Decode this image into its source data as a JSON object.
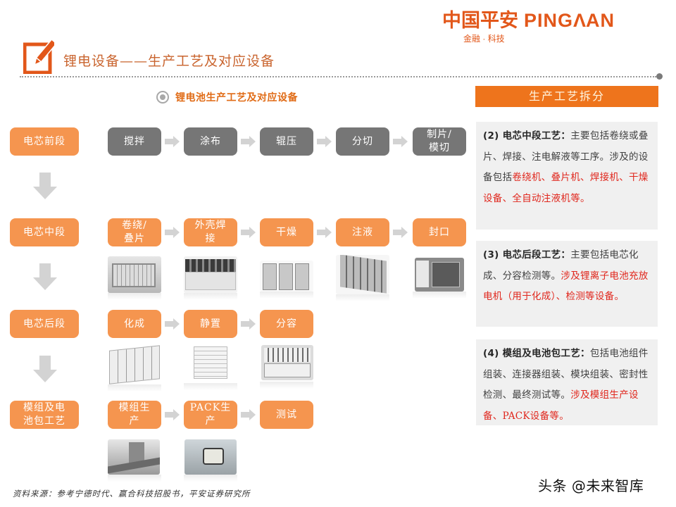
{
  "header": {
    "logo_cn": "中国平安",
    "logo_en_pre": "PING",
    "logo_en_dot": ".",
    "logo_en_post": "AN",
    "logo_sub": "金融 · 科技",
    "title": "锂电设备——生产工艺及对应设备",
    "brand_color": "#e2571a"
  },
  "section": {
    "title": "锂电池生产工艺及对应设备"
  },
  "stages": [
    {
      "label": "电芯前段"
    },
    {
      "label": "电芯中段"
    },
    {
      "label": "电芯后段"
    },
    {
      "label": "模组及电\n池包工艺"
    }
  ],
  "rows": [
    {
      "steps": [
        "搅拌",
        "涂布",
        "辊压",
        "分切",
        "制片/\n模切"
      ],
      "style": "gray"
    },
    {
      "steps": [
        "卷绕/\n叠片",
        "外壳焊\n接",
        "干燥",
        "注液",
        "封口"
      ],
      "style": "orange"
    },
    {
      "steps": [
        "化成",
        "静置",
        "分容"
      ],
      "style": "orange"
    },
    {
      "steps": [
        "模组生\n产",
        "PACK生\n产",
        "测试"
      ],
      "style": "orange"
    }
  ],
  "panel": {
    "title": "生产工艺拆分",
    "cards": [
      {
        "label": "(2) 电芯中段工艺：",
        "text": "主要包括卷绕或叠片、焊接、注电解液等工序。涉及的设备包括",
        "highlight": "卷绕机、叠片机、焊接机、干燥设备、全自动注液机等。",
        "tail": ""
      },
      {
        "label": "(3) 电芯后段工艺：",
        "text": "主要包括电芯化成、分容检测等。",
        "highlight": "涉及锂离子电池充放电机（用于化成）、检测等设备。",
        "tail": ""
      },
      {
        "label": "(4) 模组及电池包工艺：",
        "text": "包括电池组件组装、连接器组装、模块组装、密封性检测、最终测试等。",
        "highlight": "涉及模组生产设备、PACK设备等。",
        "tail": ""
      }
    ]
  },
  "footer": {
    "source": "资料来源：参考宁德时代、赢合科技招股书，平安证券研究所",
    "watermark": "头条 @未来智库"
  },
  "colors": {
    "orange_box": "#f5954f",
    "gray_box": "#767676",
    "panel_head": "#ee741c",
    "highlight_red": "#e0261c",
    "arrow_gray": "#d3d3d3"
  }
}
